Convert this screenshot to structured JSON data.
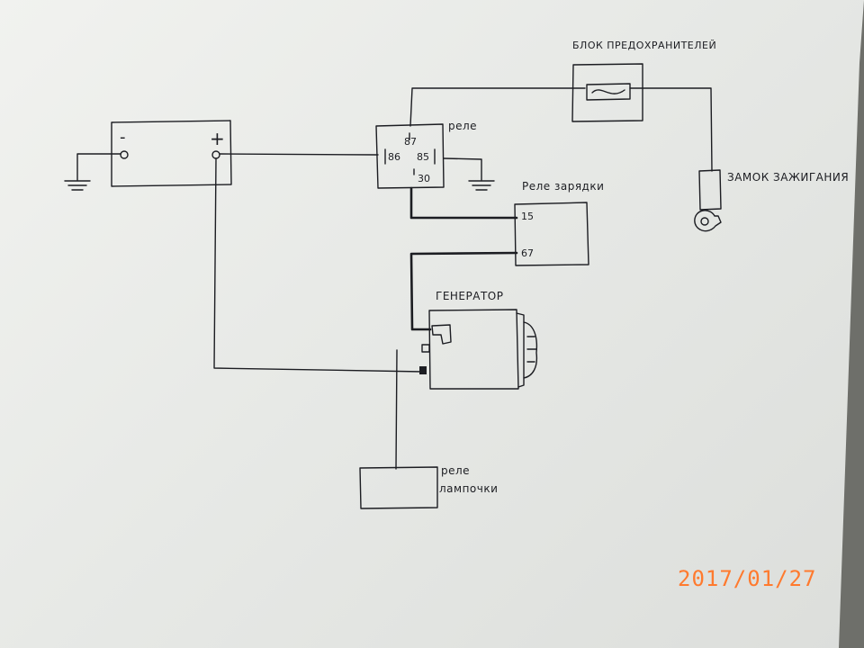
{
  "labels": {
    "battery_minus": "-",
    "battery_plus": "+",
    "relay_title": "реле",
    "pin_87": "87",
    "pin_86": "86",
    "pin_85": "85",
    "pin_30": "30",
    "fuse_block": "БЛОК ПРЕДОХРАНИТЕЛЕЙ",
    "ignition_lock": "ЗАМОК ЗАЖИГАНИЯ",
    "charge_relay": "Реле зарядки",
    "pin_15": "15",
    "pin_67": "67",
    "generator": "ГЕНЕРАТОР",
    "lamp_relay_line1": "реле",
    "lamp_relay_line2": "лампочки"
  },
  "timestamp": "2017/01/27",
  "colors": {
    "ink": "#1c1d22",
    "stamp": "#ff7a2e",
    "paper": "#e9ebe8"
  }
}
